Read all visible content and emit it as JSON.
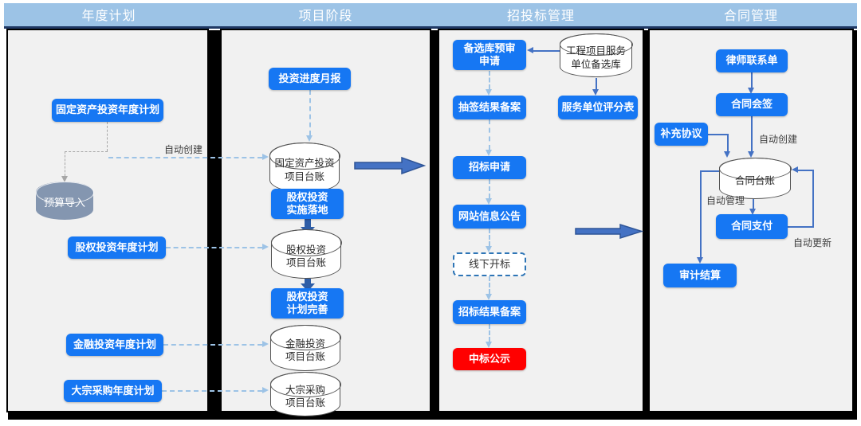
{
  "headers": {
    "annual_plan": "年度计划",
    "project_phase": "项目阶段",
    "bidding_mgmt": "招投标管理",
    "contract_mgmt": "合同管理"
  },
  "annual_plan": {
    "fixed_asset_plan": "固定资产投资年度计划",
    "budget_import": "预算导入",
    "equity_plan": "股权投资年度计划",
    "financial_plan": "金融投资年度计划",
    "bulk_purchase_plan": "大宗采购年度计划",
    "auto_create_label": "自动创建"
  },
  "project_phase": {
    "monthly_report": "投资进度月报",
    "fixed_asset_ledger": "固定资产投资\n项目台账",
    "equity_implementation": "股权投资\n实施落地",
    "equity_ledger": "股权投资\n项目台账",
    "equity_plan_improve": "股权投资\n计划完善",
    "financial_ledger": "金融投资\n项目台账",
    "bulk_purchase_ledger": "大宗采购\n项目台账"
  },
  "bidding": {
    "prequalification_request": "备选库预审\n申请",
    "service_unit_pool": "工程项目服务\n单位备选库",
    "lottery_result_record": "抽签结果备案",
    "service_unit_score": "服务单位评分表",
    "bid_request": "招标申请",
    "website_announcement": "网站信息公告",
    "offline_bid_opening": "线下开标",
    "bid_result_record": "招标结果备案",
    "winning_announcement": "中标公示"
  },
  "contract": {
    "lawyer_contact": "律师联系单",
    "contract_countersign": "合同会签",
    "supplement_agreement": "补充协议",
    "contract_ledger": "合同台账",
    "contract_payment": "合同支付",
    "audit_settlement": "审计结算",
    "auto_create_label": "自动创建",
    "auto_manage_label": "自动管理",
    "auto_update_label": "自动更新"
  },
  "colors": {
    "process_blue": "#1677F3",
    "header_blue": "#9CC3E6",
    "header_border_navy": "#1F3864",
    "alert_red": "#FF0000",
    "gray_cylinder": "#8496B0",
    "connector_light_blue": "#9DC3E6",
    "connector_blue": "#4472C4",
    "thick_arrow_navy": "#2E5DA6",
    "panel_bg": "#F1F1F1"
  }
}
